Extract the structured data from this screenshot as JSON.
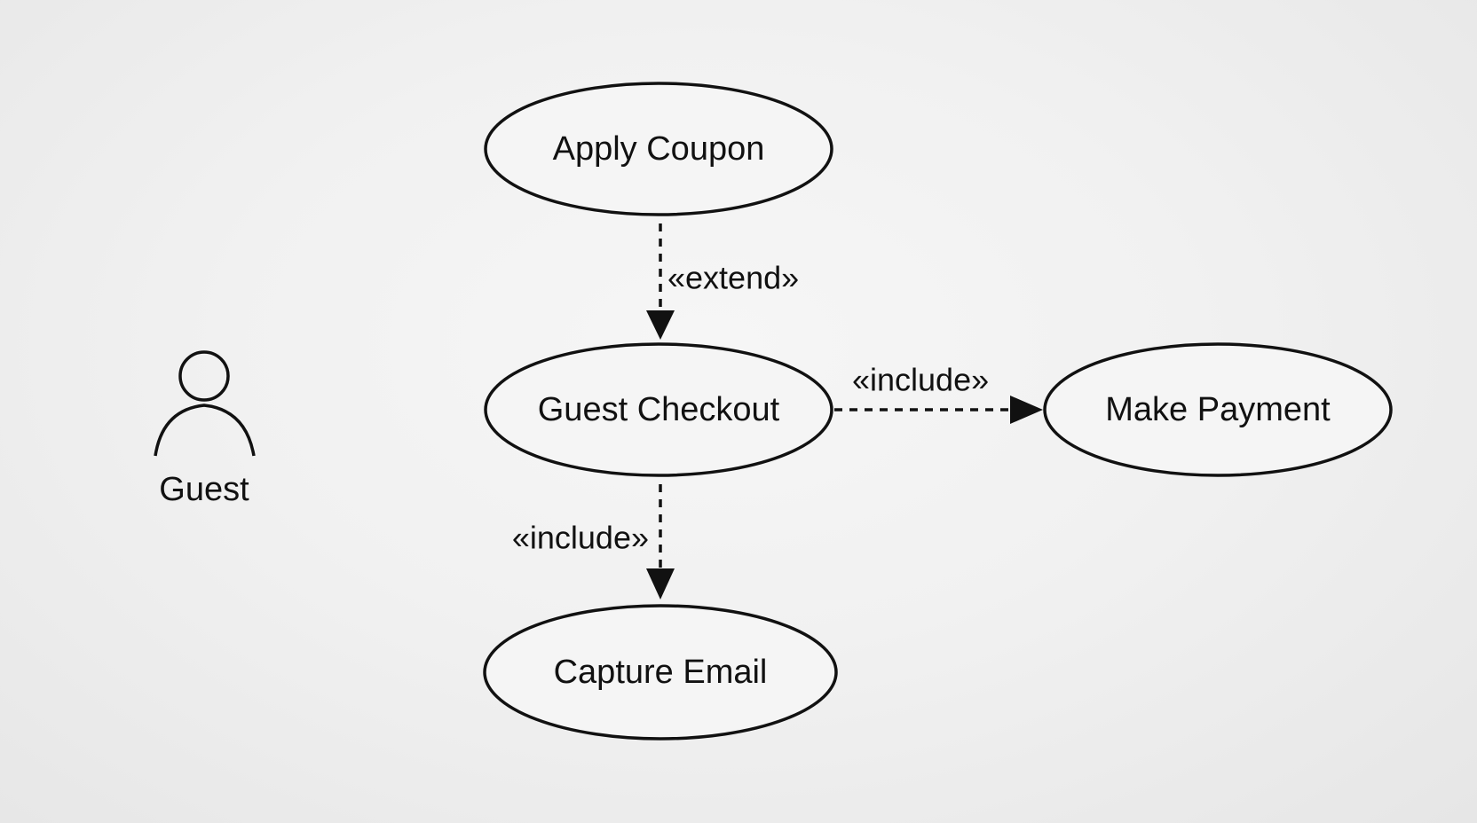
{
  "actor": {
    "label": "Guest",
    "icon": "person-icon"
  },
  "use_cases": {
    "apply_coupon": "Apply Coupon",
    "guest_checkout": "Guest Checkout",
    "make_payment": "Make Payment",
    "capture_email": "Capture Email"
  },
  "relations": {
    "extend_label": "«extend»",
    "include_payment_label": "«include»",
    "include_email_label": "«include»"
  },
  "colors": {
    "ink": "#111111",
    "paper": "#f2f2f2"
  }
}
